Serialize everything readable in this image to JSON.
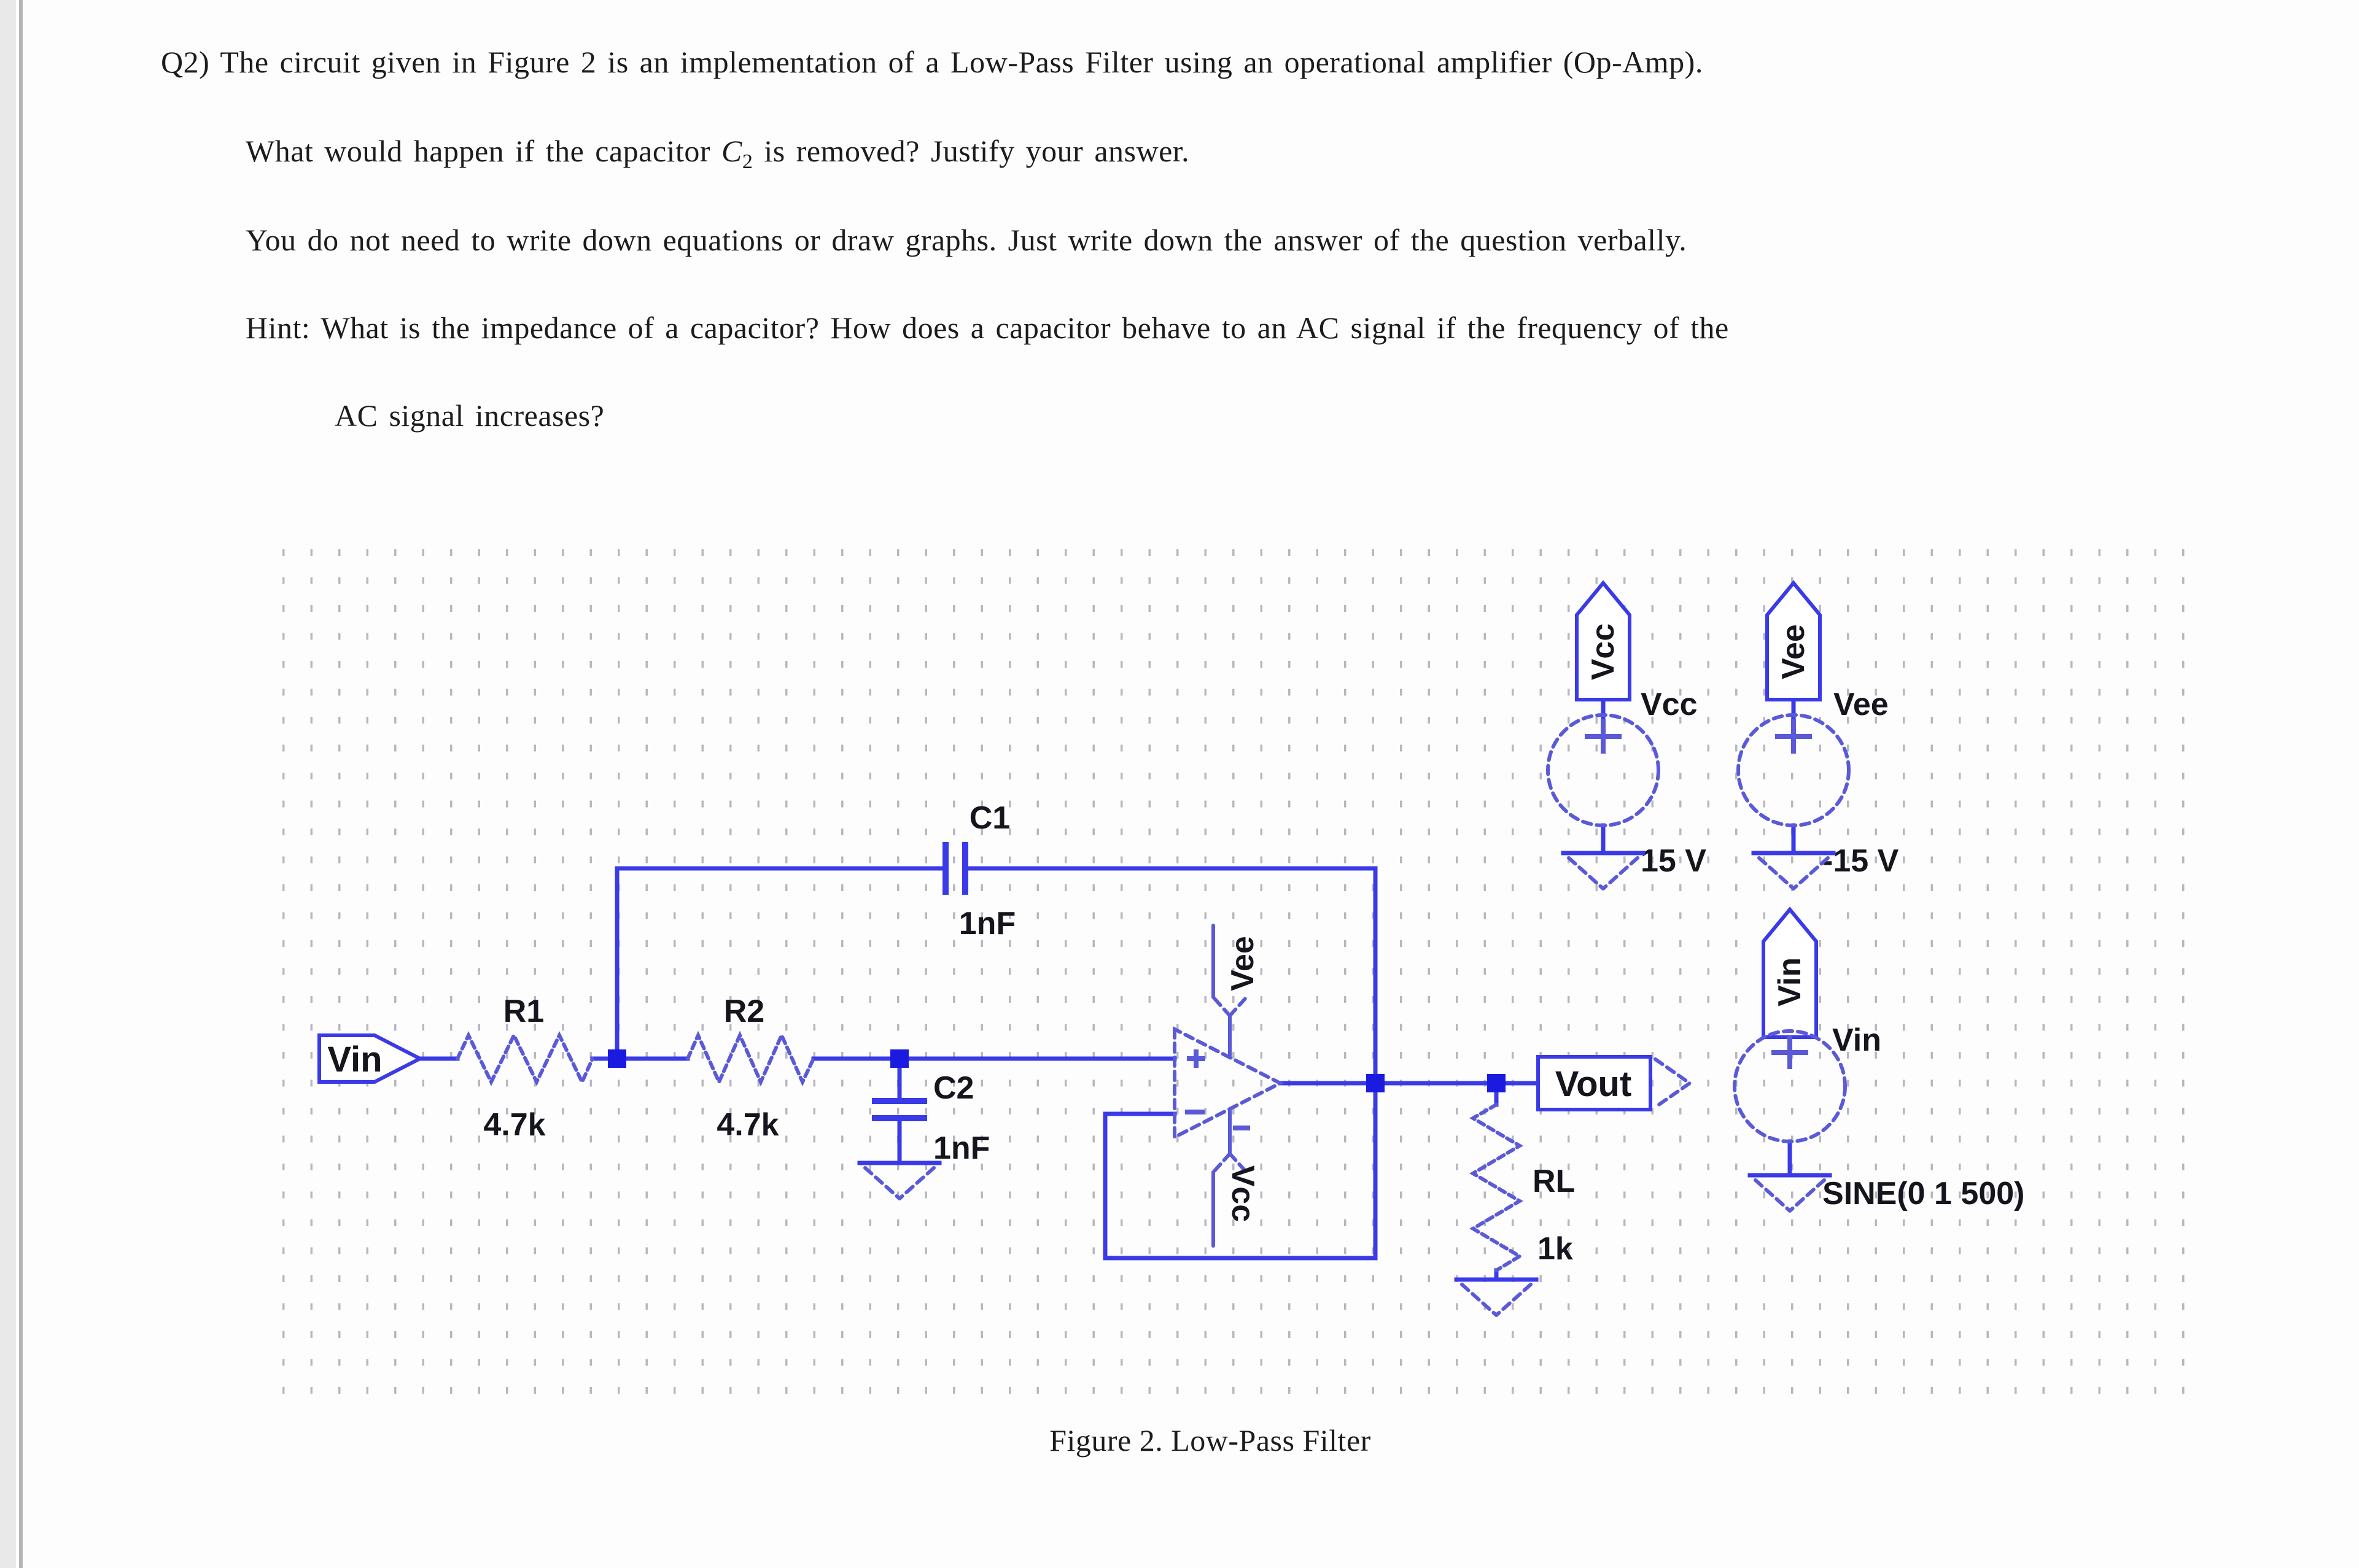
{
  "document": {
    "question": {
      "line1": "Q2) The circuit given in Figure 2 is an implementation of a Low-Pass Filter using an operational amplifier (Op-Amp).",
      "line2_pre": "What would happen if the capacitor ",
      "line2_var": "C",
      "line2_sub": "2",
      "line2_post": " is removed? Justify your answer.",
      "line3": "You do not need to write down equations or draw graphs. Just write down the answer of the question verbally.",
      "line4": "Hint: What is the impedance of a capacitor? How does a capacitor behave to an AC signal if the frequency of the",
      "line5": "AC signal increases?"
    },
    "figure_caption": "Figure 2. Low-Pass Filter"
  },
  "circuit": {
    "components": {
      "vin_flag": "Vin",
      "r1_name": "R1",
      "r1_value": "4.7k",
      "r2_name": "R2",
      "r2_value": "4.7k",
      "c1_name": "C1",
      "c1_value": "1nF",
      "c2_name": "C2",
      "c2_value": "1nF",
      "opamp_plus": "+",
      "opamp_minus": "-",
      "opamp_top_rail": "Vee",
      "opamp_bottom_rail": "Vcc",
      "vout_flag": "Vout",
      "rl_name": "RL",
      "rl_value": "1k",
      "vcc_flag": "Vcc",
      "vcc_name": "Vcc",
      "vcc_value": "15 V",
      "vee_flag": "Vee",
      "vee_name": "Vee",
      "vee_value": "-15 V",
      "vin_src_flag": "Vin",
      "vin_src_name": "Vin",
      "vin_src_value": "SINE(0 1 500)"
    },
    "colors": {
      "wire": "#3a3ae8",
      "symbol": "#5a5ad8",
      "junction": "#1b1be0",
      "label": "#15151e",
      "grid_dot": "#7d7d90"
    }
  }
}
